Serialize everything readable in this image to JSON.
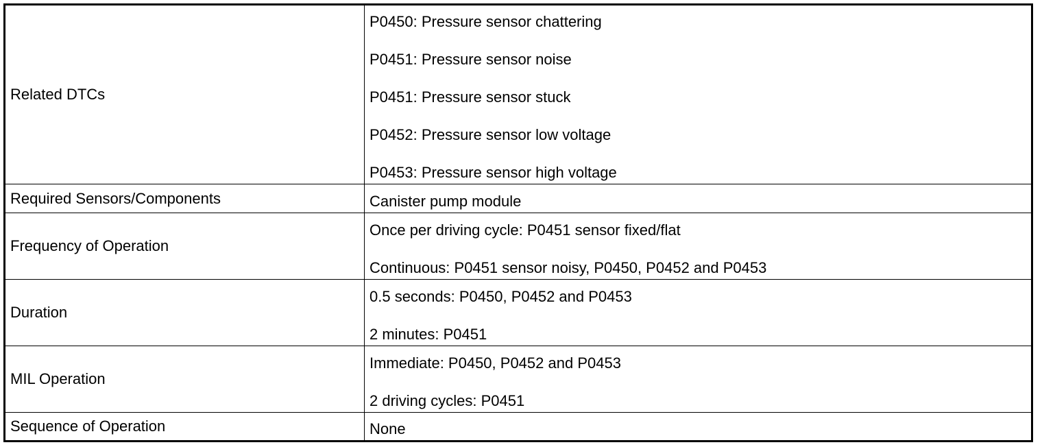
{
  "table": {
    "rows": [
      {
        "label": "Related DTCs",
        "values": [
          "P0450: Pressure sensor chattering",
          "P0451: Pressure sensor noise",
          "P0451: Pressure sensor stuck",
          "P0452: Pressure sensor low voltage",
          "P0453: Pressure sensor high voltage"
        ]
      },
      {
        "label": "Required Sensors/Components",
        "values": [
          "Canister pump module"
        ]
      },
      {
        "label": "Frequency of Operation",
        "values": [
          "Once per driving cycle: P0451 sensor fixed/flat",
          "Continuous: P0451 sensor noisy, P0450, P0452 and P0453"
        ]
      },
      {
        "label": "Duration",
        "values": [
          "0.5 seconds: P0450, P0452 and P0453",
          "2 minutes: P0451"
        ]
      },
      {
        "label": "MIL Operation",
        "values": [
          "Immediate: P0450, P0452 and P0453",
          "2 driving cycles: P0451"
        ]
      },
      {
        "label": "Sequence of Operation",
        "values": [
          "None"
        ]
      }
    ]
  }
}
